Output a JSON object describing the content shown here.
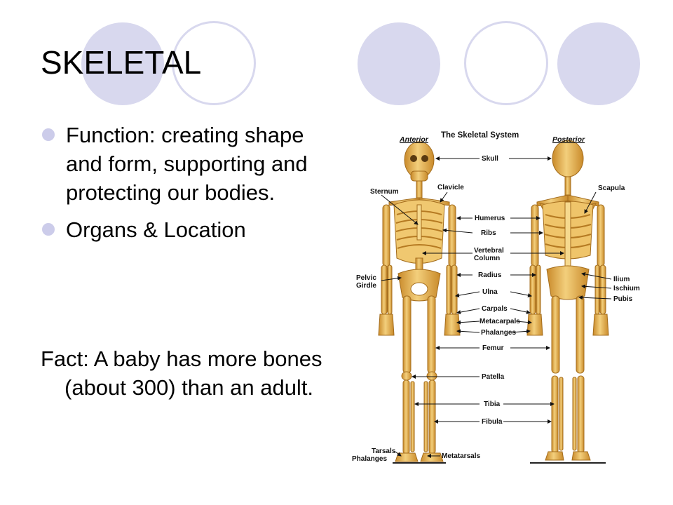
{
  "slide": {
    "title": "SKELETAL",
    "bullets": [
      "Function: creating shape and form, supporting and protecting our bodies.",
      "Organs & Location"
    ],
    "fact": "Fact: A baby has more bones (about 300) than an adult."
  },
  "diagram": {
    "heading": "The Skeletal System",
    "anterior": "Anterior",
    "posterior": "Posterior",
    "labels": {
      "skull": "Skull",
      "sternum": "Sternum",
      "clavicle": "Clavicle",
      "scapula": "Scapula",
      "humerus": "Humerus",
      "ribs": "Ribs",
      "vertebral_1": "Vertebral",
      "vertebral_2": "Column",
      "pelvic_1": "Pelvic",
      "pelvic_2": "Girdle",
      "radius": "Radius",
      "ilium": "Ilium",
      "ischium": "Ischium",
      "pubis": "Pubis",
      "ulna": "Ulna",
      "carpals": "Carpals",
      "metacarpals": "Metacarpals",
      "phalanges_hand": "Phalanges",
      "femur": "Femur",
      "patella": "Patella",
      "tibia": "Tibia",
      "fibula": "Fibula",
      "tarsals": "Tarsals",
      "phalanges_foot": "Phalanges",
      "metatarsals": "Metatarsals"
    },
    "colors": {
      "bone": "#e8b04a",
      "bone_dark": "#b97d22",
      "bone_light": "#f6d98e",
      "accent": "#d8d8ee"
    }
  }
}
